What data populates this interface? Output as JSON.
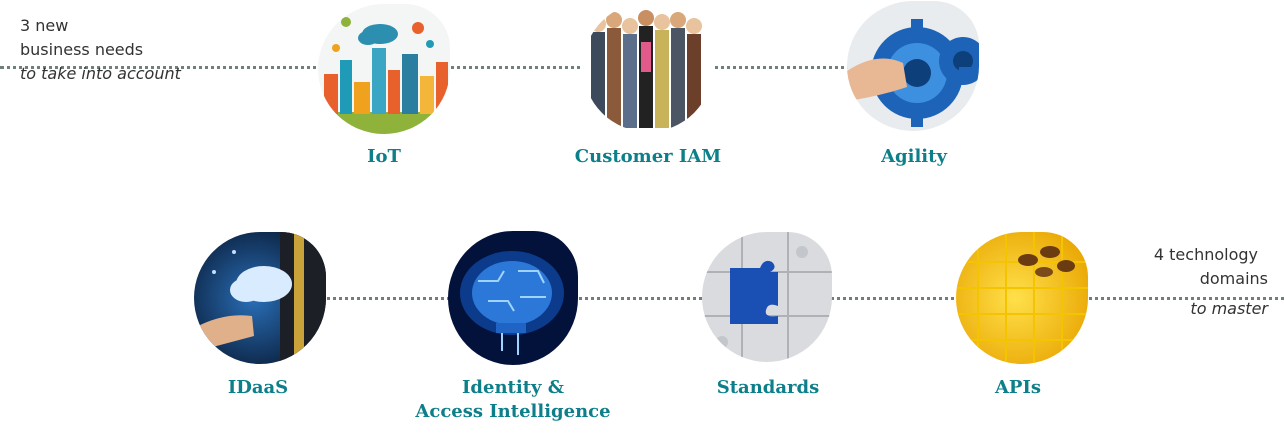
{
  "top_note": {
    "line1": "3 new",
    "line2": "business needs",
    "line3": "to take into account"
  },
  "bottom_note": {
    "line1": "4 technology",
    "line2": "domains",
    "line3": "to master"
  },
  "business_needs": [
    {
      "label": "IoT"
    },
    {
      "label": "Customer IAM"
    },
    {
      "label": "Agility"
    }
  ],
  "technology_domains": [
    {
      "label": "IDaaS"
    },
    {
      "label_line1": "Identity &",
      "label_line2": "Access Intelligence"
    },
    {
      "label": "Standards"
    },
    {
      "label": "APIs"
    }
  ],
  "colors": {
    "label": "#0d7f8a",
    "dotted_line": "#6f7f79",
    "note_text": "#333333"
  }
}
